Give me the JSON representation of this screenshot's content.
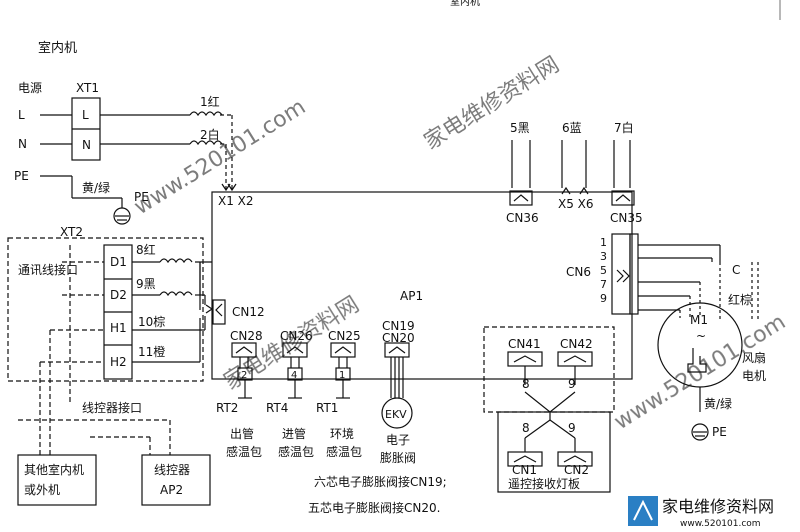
{
  "header_fragment": "室内机",
  "title": "室内机",
  "power": {
    "label": "电源",
    "terminal_block": "XT1",
    "lines": [
      "L",
      "N",
      "PE"
    ],
    "wire_l": "1红",
    "wire_n": "2白",
    "ground_wire": "黄/绿",
    "ground_label": "PE"
  },
  "board": {
    "label": "AP1",
    "x_terminals": "X1 X2",
    "top_wires": [
      "5黑",
      "6蓝",
      "7白"
    ],
    "cn36": "CN36",
    "x5x6": "X5 X6",
    "cn35": "CN35",
    "cn6": "CN6",
    "cn6_pins": [
      "1",
      "3",
      "5",
      "7",
      "9"
    ],
    "cn12": "CN12",
    "cn28": "CN28",
    "cn26": "CN26",
    "cn25": "CN25",
    "cn19": "CN19",
    "cn20": "CN20"
  },
  "comm": {
    "block": "XT2",
    "label": "通讯线接口",
    "terminals": [
      "D1",
      "D2",
      "H1",
      "H2"
    ],
    "wires": [
      "8红",
      "9黑",
      "10棕",
      "11橙"
    ]
  },
  "sensors": [
    {
      "id": "RT2",
      "pin": "2",
      "label1": "出管",
      "label2": "感温包"
    },
    {
      "id": "RT4",
      "pin": "4",
      "label1": "进管",
      "label2": "感温包"
    },
    {
      "id": "RT1",
      "pin": "1",
      "label1": "环境",
      "label2": "感温包"
    }
  ],
  "ekv": {
    "label": "EKV",
    "text1": "电子",
    "text2": "膨胀阀"
  },
  "motor": {
    "id": "M1",
    "symbol": "~",
    "wire_colors": "红棕",
    "wire_c": "C",
    "label1": "风扇",
    "label2": "电机",
    "ground_wire": "黄/绿",
    "ground_label": "PE"
  },
  "receiver": {
    "cn41": "CN41",
    "cn42": "CN42",
    "n8": "8",
    "n9": "9",
    "cn1": "CN1",
    "cn2": "CN2",
    "label": "遥控接收灯板"
  },
  "controller_port": "线控器接口",
  "other_units": {
    "line1": "其他室内机",
    "line2": "或外机"
  },
  "controller": {
    "line1": "线控器",
    "line2": "AP2"
  },
  "notes": [
    "六芯电子膨胀阀接CN19;",
    "五芯电子膨胀阀接CN20."
  ],
  "watermark": {
    "text": "家电维修资料网",
    "url": "www.520101.com",
    "logo_text": "家电维修资料网",
    "logo_url": "www.520101.com"
  },
  "colors": {
    "line": "#111111",
    "watermark": "#cfd8df",
    "logo": "#2a7fc4"
  }
}
